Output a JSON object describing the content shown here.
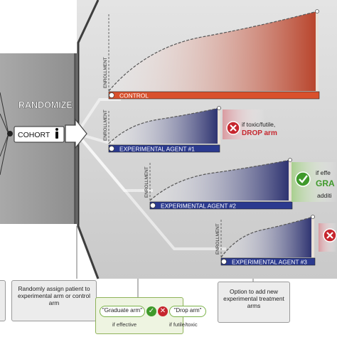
{
  "randomize_label": "RANDOMIZE",
  "cohort_label": "COHORT",
  "enrollment_label": "ENROLLMENT",
  "arms": [
    {
      "label": "CONTROL",
      "color": "#d9502c"
    },
    {
      "label": "EXPERIMENTAL AGENT #1",
      "color": "#2b3a8f"
    },
    {
      "label": "EXPERIMENTAL AGENT #2",
      "color": "#2b3a8f"
    },
    {
      "label": "EXPERIMENTAL AGENT #3",
      "color": "#2b3a8f"
    }
  ],
  "drop_note": {
    "line1": "if toxic/futile,",
    "line2": "DROP arm"
  },
  "graduate_note": {
    "line1": "if effe",
    "line2": "GRA",
    "line3": "additi"
  },
  "bottom": {
    "assign_note": "Randomly assign patient to experimental arm or control arm",
    "graduate_pill": "\"Graduate arm\"",
    "drop_pill": "\"Drop arm\"",
    "if_effective": "if effective",
    "if_futile": "if futile/toxic",
    "add_note": "Option to add new experimental treatment arms"
  },
  "colors": {
    "control": "#d9502c",
    "experimental": "#2b3a8f",
    "effective_green": "#3f9a2b",
    "drop_red": "#c6262e"
  }
}
